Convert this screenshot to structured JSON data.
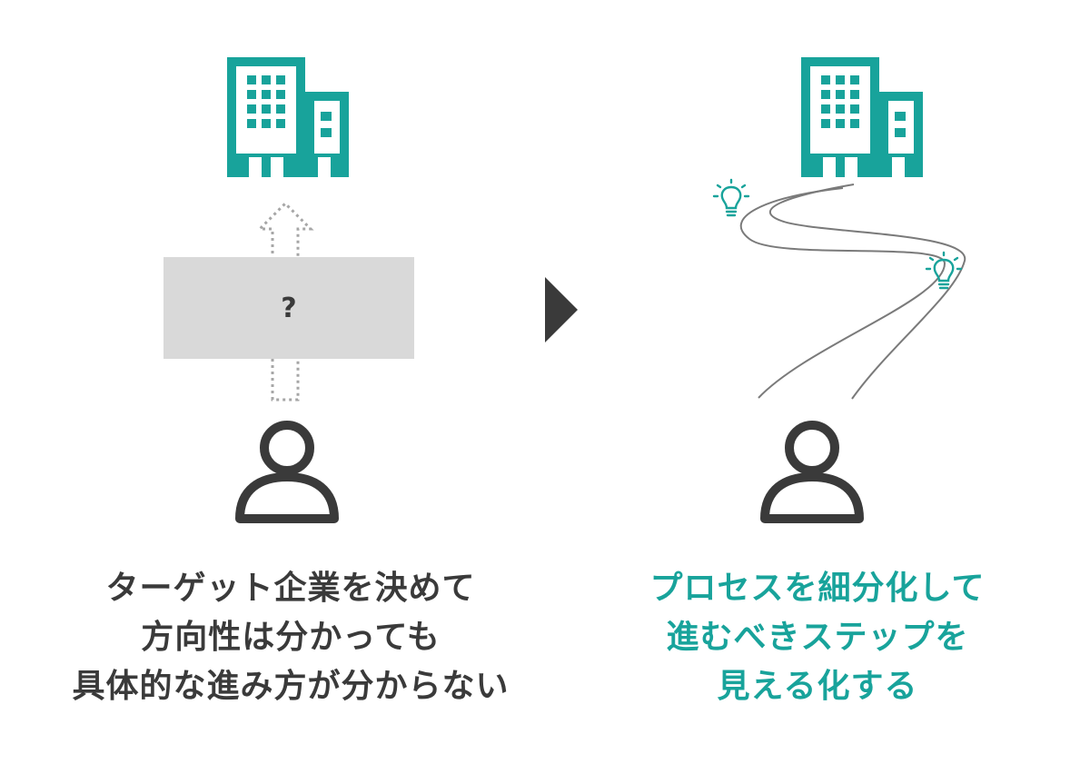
{
  "colors": {
    "accent": "#18a39b",
    "dark": "#3a3a3a",
    "box_gray": "#d9d9d9",
    "dotted_gray": "#a6a6a6",
    "road_gray": "#7a7a7a"
  },
  "icons": {
    "building": "building-icon",
    "person": "person-icon",
    "lightbulb": "lightbulb-icon",
    "arrow": "play-arrow-icon"
  },
  "left": {
    "unknown_mark": "?",
    "caption_lines": [
      "ターゲット企業を決めて",
      "方向性は分かっても",
      "具体的な進み方が分からない"
    ]
  },
  "right": {
    "caption_lines": [
      "プロセスを細分化して",
      "進むべきステップを",
      "見える化する"
    ]
  }
}
